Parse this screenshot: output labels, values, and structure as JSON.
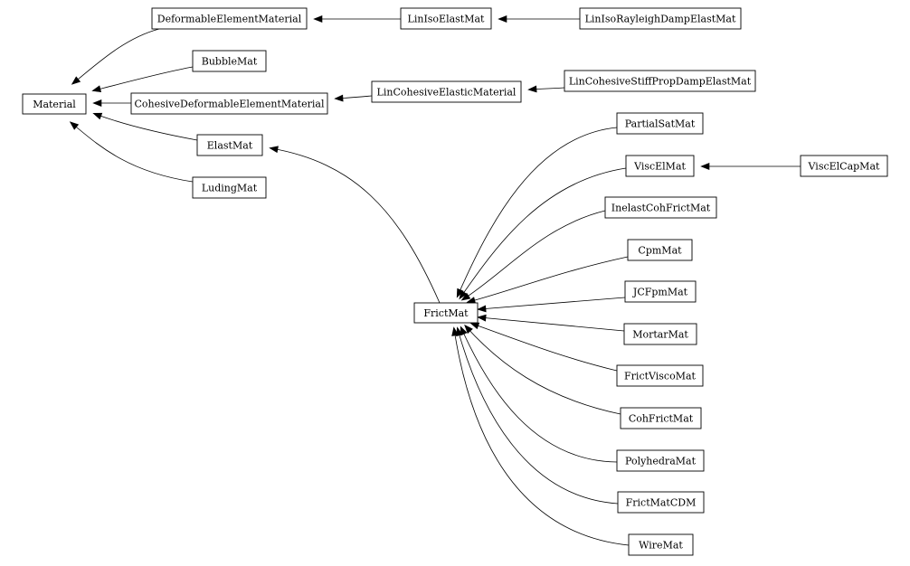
{
  "diagram": {
    "kind": "class inheritance graph",
    "nodes": [
      {
        "id": "Material",
        "label": "Material"
      },
      {
        "id": "DeformableElementMaterial",
        "label": "DeformableElementMaterial"
      },
      {
        "id": "BubbleMat",
        "label": "BubbleMat"
      },
      {
        "id": "CohesiveDeformableElementMaterial",
        "label": "CohesiveDeformableElementMaterial"
      },
      {
        "id": "ElastMat",
        "label": "ElastMat"
      },
      {
        "id": "LudingMat",
        "label": "LudingMat"
      },
      {
        "id": "LinIsoElastMat",
        "label": "LinIsoElastMat"
      },
      {
        "id": "LinIsoRayleighDampElastMat",
        "label": "LinIsoRayleighDampElastMat"
      },
      {
        "id": "LinCohesiveElasticMaterial",
        "label": "LinCohesiveElasticMaterial"
      },
      {
        "id": "LinCohesiveStiffPropDampElastMat",
        "label": "LinCohesiveStiffPropDampElastMat"
      },
      {
        "id": "FrictMat",
        "label": "FrictMat"
      },
      {
        "id": "PartialSatMat",
        "label": "PartialSatMat"
      },
      {
        "id": "ViscElMat",
        "label": "ViscElMat"
      },
      {
        "id": "ViscElCapMat",
        "label": "ViscElCapMat"
      },
      {
        "id": "InelastCohFrictMat",
        "label": "InelastCohFrictMat"
      },
      {
        "id": "CpmMat",
        "label": "CpmMat"
      },
      {
        "id": "JCFpmMat",
        "label": "JCFpmMat"
      },
      {
        "id": "MortarMat",
        "label": "MortarMat"
      },
      {
        "id": "FrictViscoMat",
        "label": "FrictViscoMat"
      },
      {
        "id": "CohFrictMat",
        "label": "CohFrictMat"
      },
      {
        "id": "PolyhedraMat",
        "label": "PolyhedraMat"
      },
      {
        "id": "FrictMatCDM",
        "label": "FrictMatCDM"
      },
      {
        "id": "WireMat",
        "label": "WireMat"
      }
    ],
    "edges": [
      {
        "from": "DeformableElementMaterial",
        "to": "Material"
      },
      {
        "from": "BubbleMat",
        "to": "Material"
      },
      {
        "from": "CohesiveDeformableElementMaterial",
        "to": "Material"
      },
      {
        "from": "ElastMat",
        "to": "Material"
      },
      {
        "from": "LudingMat",
        "to": "Material"
      },
      {
        "from": "LinIsoElastMat",
        "to": "DeformableElementMaterial"
      },
      {
        "from": "LinIsoRayleighDampElastMat",
        "to": "LinIsoElastMat"
      },
      {
        "from": "LinCohesiveElasticMaterial",
        "to": "CohesiveDeformableElementMaterial"
      },
      {
        "from": "LinCohesiveStiffPropDampElastMat",
        "to": "LinCohesiveElasticMaterial"
      },
      {
        "from": "FrictMat",
        "to": "ElastMat"
      },
      {
        "from": "PartialSatMat",
        "to": "FrictMat"
      },
      {
        "from": "ViscElMat",
        "to": "FrictMat"
      },
      {
        "from": "ViscElCapMat",
        "to": "ViscElMat"
      },
      {
        "from": "InelastCohFrictMat",
        "to": "FrictMat"
      },
      {
        "from": "CpmMat",
        "to": "FrictMat"
      },
      {
        "from": "JCFpmMat",
        "to": "FrictMat"
      },
      {
        "from": "MortarMat",
        "to": "FrictMat"
      },
      {
        "from": "FrictViscoMat",
        "to": "FrictMat"
      },
      {
        "from": "CohFrictMat",
        "to": "FrictMat"
      },
      {
        "from": "PolyhedraMat",
        "to": "FrictMat"
      },
      {
        "from": "FrictMatCDM",
        "to": "FrictMat"
      },
      {
        "from": "WireMat",
        "to": "FrictMat"
      }
    ]
  }
}
